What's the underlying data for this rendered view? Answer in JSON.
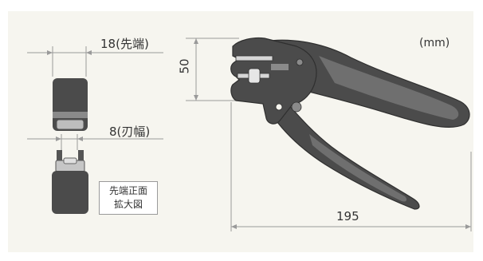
{
  "labels": {
    "unit": "(mm)",
    "tip_width": "18(先端)",
    "blade_width": "8(刃幅)",
    "height": "50",
    "length": "195",
    "caption_line1": "先端正面",
    "caption_line2": "拡大図"
  },
  "colors": {
    "panel_bg": "#f6f5ef",
    "tool_dark": "#4b4b4b",
    "tool_mid": "#6f6f6f",
    "tool_outline": "#2f2f2f",
    "dim_line": "#9a9a9a"
  }
}
